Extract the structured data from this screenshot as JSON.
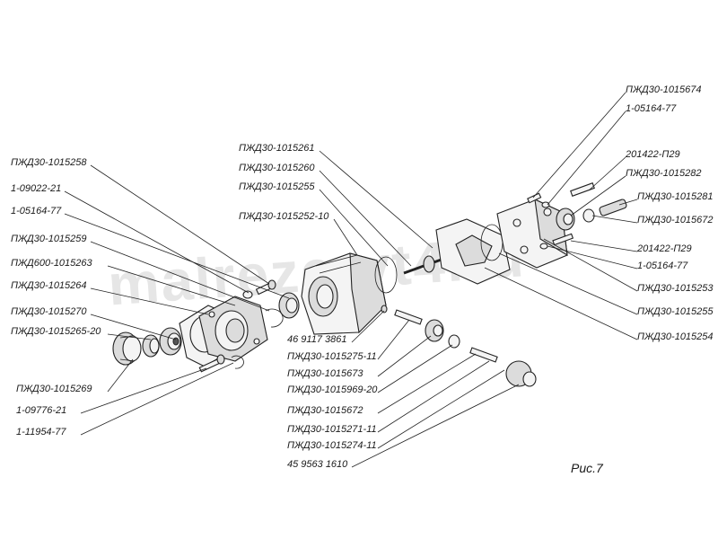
{
  "figure": {
    "caption": "Рис.7",
    "watermark": "malrezervt4.ru"
  },
  "labels": [
    {
      "id": "l1",
      "text": "ПЖД30-1015674"
    },
    {
      "id": "l2",
      "text": "1-05164-77"
    },
    {
      "id": "l3",
      "text": "201422-П29"
    },
    {
      "id": "l4",
      "text": "ПЖД30-1015282"
    },
    {
      "id": "l5",
      "text": "ПЖД30-1015281"
    },
    {
      "id": "l6",
      "text": "ПЖД30-1015672"
    },
    {
      "id": "l7",
      "text": "201422-П29"
    },
    {
      "id": "l8",
      "text": "1-05164-77"
    },
    {
      "id": "l9",
      "text": "ПЖД30-1015253"
    },
    {
      "id": "l10",
      "text": "ПЖД30-1015255"
    },
    {
      "id": "l11",
      "text": "ПЖД30-1015254"
    },
    {
      "id": "l12",
      "text": "ПЖД30-1015261"
    },
    {
      "id": "l13",
      "text": "ПЖД30-1015260"
    },
    {
      "id": "l14",
      "text": "ПЖД30-1015255"
    },
    {
      "id": "l15",
      "text": "ПЖД30-1015252-10"
    },
    {
      "id": "l16",
      "text": "ПЖД30-1015258"
    },
    {
      "id": "l17",
      "text": "1-09022-21"
    },
    {
      "id": "l18",
      "text": "1-05164-77"
    },
    {
      "id": "l19",
      "text": "ПЖД30-1015259"
    },
    {
      "id": "l20",
      "text": "ПЖД600-1015263"
    },
    {
      "id": "l21",
      "text": "ПЖД30-1015264"
    },
    {
      "id": "l22",
      "text": "ПЖД30-1015270"
    },
    {
      "id": "l23",
      "text": "ПЖД30-1015265-20"
    },
    {
      "id": "l24",
      "text": "ПЖД30-1015269"
    },
    {
      "id": "l25",
      "text": "1-09776-21"
    },
    {
      "id": "l26",
      "text": "1-11954-77"
    },
    {
      "id": "l27",
      "text": "46 9117 3861"
    },
    {
      "id": "l28",
      "text": "ПЖД30-1015275-11"
    },
    {
      "id": "l29",
      "text": "ПЖД30-1015673"
    },
    {
      "id": "l30",
      "text": "ПЖД30-1015969-20"
    },
    {
      "id": "l31",
      "text": "ПЖД30-1015672"
    },
    {
      "id": "l32",
      "text": "ПЖД30-1015271-11"
    },
    {
      "id": "l33",
      "text": "ПЖД30-1015274-11"
    },
    {
      "id": "l34",
      "text": "45 9563 1610"
    }
  ]
}
